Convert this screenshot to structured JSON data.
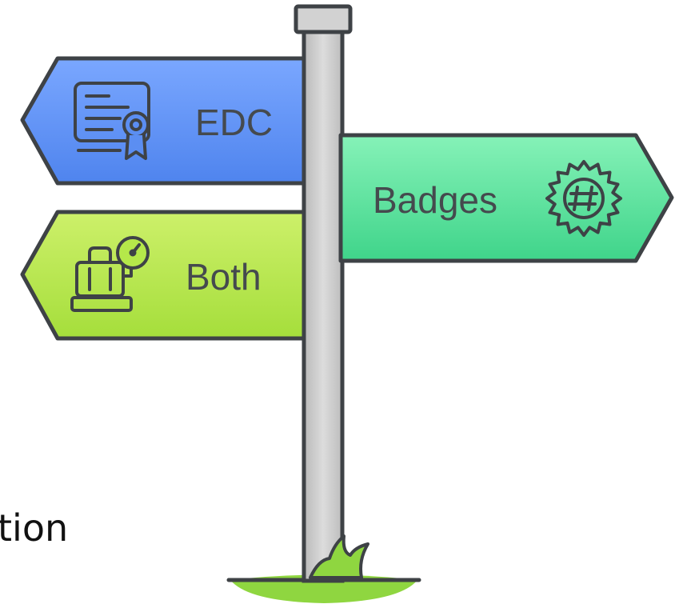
{
  "signs": {
    "edc": {
      "label": "EDC",
      "icon": "certificate-icon",
      "color": "#5b8ef2"
    },
    "badges": {
      "label": "Badges",
      "icon": "hashtag-badge-icon",
      "color": "#55dd98"
    },
    "both": {
      "label": "Both",
      "icon": "luggage-scale-icon",
      "color": "#b5e84a"
    }
  },
  "clipped_text": "tion",
  "colors": {
    "outline": "#3e4246",
    "pole": "#c8c8c8",
    "grass": "#8fd640"
  }
}
